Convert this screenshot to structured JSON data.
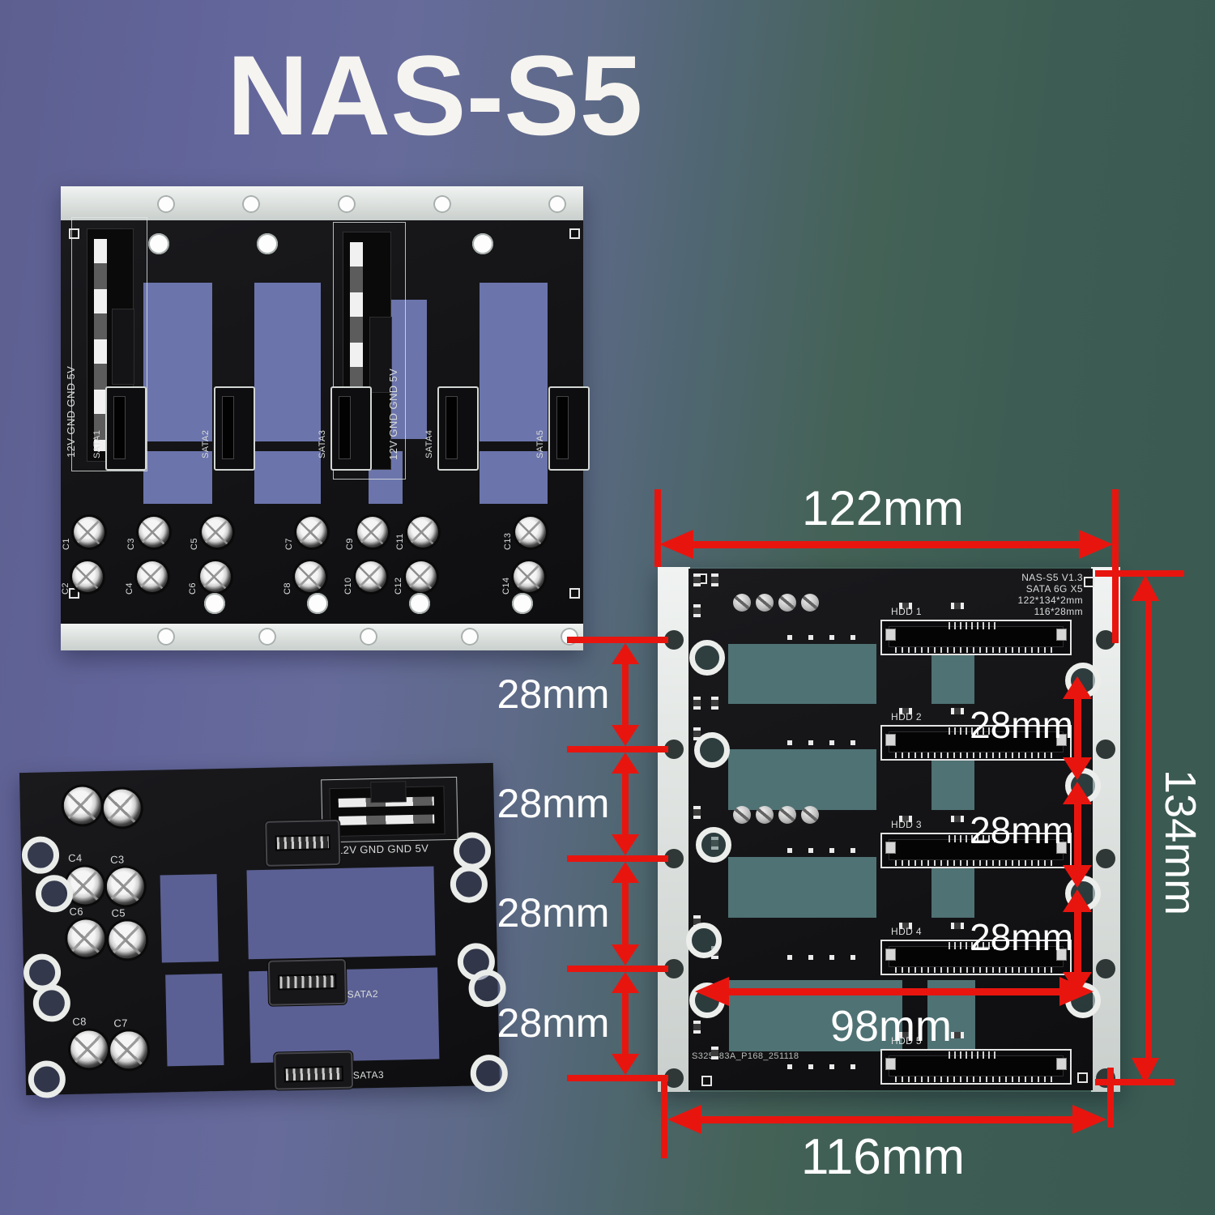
{
  "title": "NAS-S5",
  "colors": {
    "dimension_red": "#e8150f",
    "background_left": "#5d5f90",
    "background_right": "#3a5a52",
    "board_black": "#121214",
    "rail_silver": "#dde3e0",
    "cutout_back_board": "#6b74ab",
    "cutout_front_board": "#5b6094",
    "cutout_dimension_board": "#4f7274"
  },
  "back_board": {
    "power_labels": [
      "12V GND GND 5V",
      "12V GND GND 5V"
    ],
    "sata_labels": [
      "SATA1",
      "SATA2",
      "SATA3",
      "SATA4",
      "SATA5"
    ],
    "cap_labels_top": [
      "C1",
      "C3",
      "C5",
      "C7",
      "C9",
      "C11",
      "C13"
    ],
    "cap_labels_bottom": [
      "C2",
      "C4",
      "C6",
      "C8",
      "C10",
      "C12",
      "C14"
    ]
  },
  "front_board": {
    "power_label": "12V GND GND 5V",
    "sata_labels": [
      "SATA2",
      "SATA3"
    ],
    "cap_labels": [
      "C4",
      "C3",
      "C6",
      "C5",
      "C8",
      "C7"
    ]
  },
  "right_board": {
    "silkscreen_lines": [
      "NAS-S5 V1.3",
      "SATA 6G X5",
      "122*134*2mm",
      "116*28mm"
    ],
    "hdd_labels": [
      "HDD 1",
      "HDD 2",
      "HDD 3",
      "HDD 4",
      "HDD 5"
    ],
    "serial": "S325483A_P168_251118"
  },
  "dimensions": {
    "width_top": "122mm",
    "height_right": "134mm",
    "left_spacing": [
      "28mm",
      "28mm",
      "28mm",
      "28mm"
    ],
    "board_spacing": [
      "28mm",
      "28mm",
      "28mm"
    ],
    "hole_span": "98mm",
    "width_bottom": "116mm"
  }
}
